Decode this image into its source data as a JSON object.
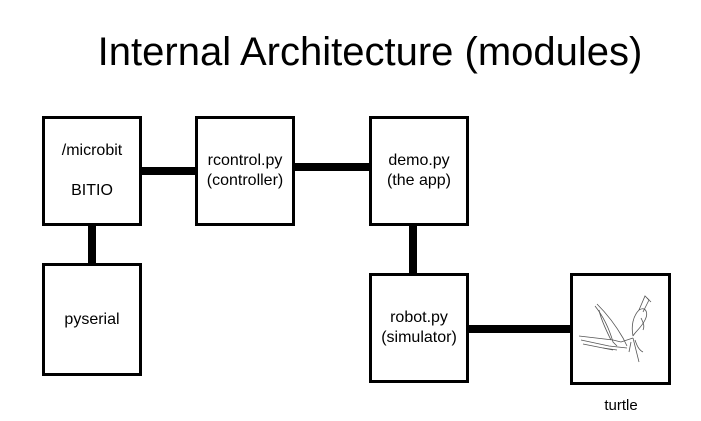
{
  "title": "Internal Architecture (modules)",
  "modules": {
    "microbit": {
      "line1": "/microbit",
      "line2": "BITIO"
    },
    "pyserial": {
      "line1": "pyserial"
    },
    "rcontrol": {
      "line1": "rcontrol.py",
      "line2": "(controller)"
    },
    "demo": {
      "line1": "demo.py",
      "line2": "(the app)"
    },
    "robot": {
      "line1": "robot.py",
      "line2": "(simulator)"
    },
    "turtle": {
      "caption": "turtle",
      "icon": "turtle-drawing-icon"
    }
  },
  "colors": {
    "line": "#000000",
    "background": "#ffffff"
  }
}
